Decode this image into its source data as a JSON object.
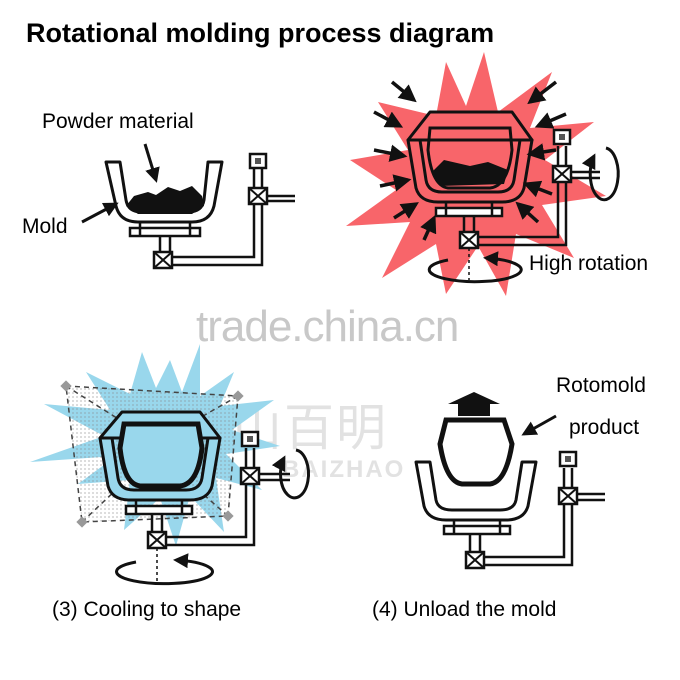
{
  "title": "Rotational molding process diagram",
  "labels": {
    "powder": "Powder material",
    "mold": "Mold",
    "high_rotation": "High rotation",
    "step3": "(3) Cooling to shape",
    "rotomold_line1": "Rotomold",
    "rotomold_line2": "product",
    "step4": "(4) Unload the mold"
  },
  "watermark": {
    "site": "trade.china.cn",
    "cn": "山百明",
    "en": "BAIZHAO"
  },
  "colors": {
    "heat_burst": "#f8656a",
    "cool_burst": "#99d7ec",
    "outline": "#111111"
  }
}
